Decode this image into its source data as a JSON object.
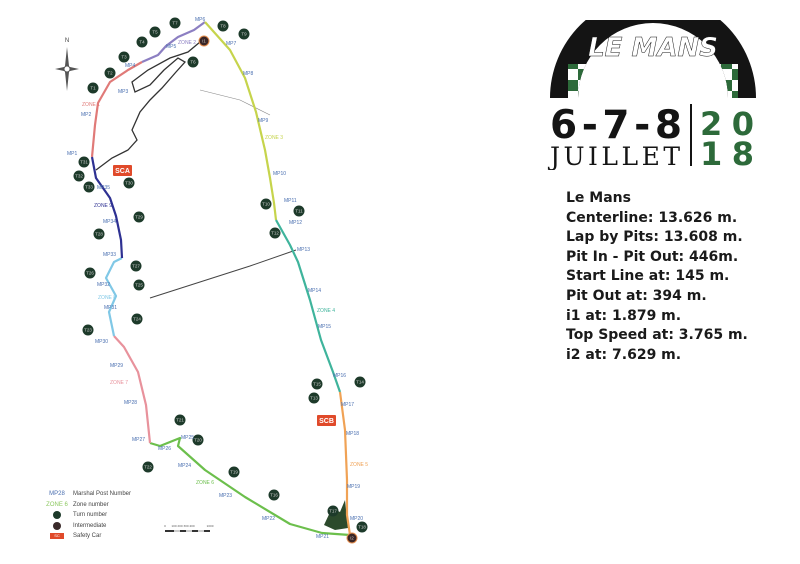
{
  "logo": {
    "title": "LE MANS",
    "subtitle": "CLASSIC",
    "dates": "6-7-8",
    "month": "JUILLET",
    "year_top": "20",
    "year_bottom": "18",
    "colors": {
      "green": "#2d6a3a",
      "black": "#141414"
    }
  },
  "info": {
    "lines": [
      "Le Mans",
      "Centerline: 13.626 m.",
      "Lap by Pits: 13.608 m.",
      "Pit In - Pit Out: 446m.",
      "Start Line at: 145 m.",
      "Pit Out at: 394 m.",
      "i1 at: 1.879 m.",
      "Top Speed at: 3.765 m.",
      "i2 at: 7.629 m."
    ]
  },
  "map": {
    "compass_label": "N",
    "marshal_posts": [
      "MP1",
      "MP2",
      "MP3",
      "MP4",
      "MP5",
      "MP6",
      "MP7",
      "MP8",
      "MP9",
      "MP10",
      "MP11",
      "MP12",
      "MP13",
      "MP14",
      "MP15",
      "MP16",
      "MP17",
      "MP18",
      "MP19",
      "MP20",
      "MP21",
      "MP22",
      "MP23",
      "MP24",
      "MP25",
      "MP26",
      "MP27",
      "MP28",
      "MP29",
      "MP30",
      "MP31",
      "MP32",
      "MP33",
      "MP34",
      "MP35"
    ],
    "turns": [
      "T1",
      "T2",
      "T3",
      "T4",
      "T5",
      "T6",
      "T7",
      "T8",
      "T9",
      "T10",
      "T11",
      "T12",
      "T13",
      "T14",
      "T15",
      "T16",
      "T17",
      "T18",
      "T19",
      "T20",
      "T21",
      "T22",
      "T23",
      "T24",
      "T25",
      "T26",
      "T27",
      "T28",
      "T29",
      "T30",
      "T31",
      "T32",
      "T33"
    ],
    "intermediates": [
      "i1",
      "i2"
    ],
    "zones": [
      {
        "label": "ZONE 1",
        "color": "#e07a78"
      },
      {
        "label": "ZONE 2",
        "color": "#8c7fc2"
      },
      {
        "label": "ZONE 3",
        "color": "#c6d44c"
      },
      {
        "label": "ZONE 4",
        "color": "#3fb49c"
      },
      {
        "label": "ZONE 5",
        "color": "#f0a255"
      },
      {
        "label": "ZONE 6",
        "color": "#6cbf4c"
      },
      {
        "label": "ZONE 7",
        "color": "#e8929c"
      },
      {
        "label": "ZONE 8",
        "color": "#80c8e6"
      },
      {
        "label": "ZONE 9",
        "color": "#2e3192"
      }
    ],
    "safety_cars": [
      "SCA",
      "SCB"
    ],
    "scale_ticks": [
      "0",
      "100",
      "200",
      "300",
      "400",
      "1000"
    ]
  },
  "legend": {
    "marshal_key": "MP28",
    "marshal_label": "Marshal Post Number",
    "zone_key": "ZONE 6",
    "zone_label": "Zone number",
    "turn_label": "Turn number",
    "intermediate_label": "Intermediate",
    "safety_key": "SC",
    "safety_label": "Safety Car"
  }
}
